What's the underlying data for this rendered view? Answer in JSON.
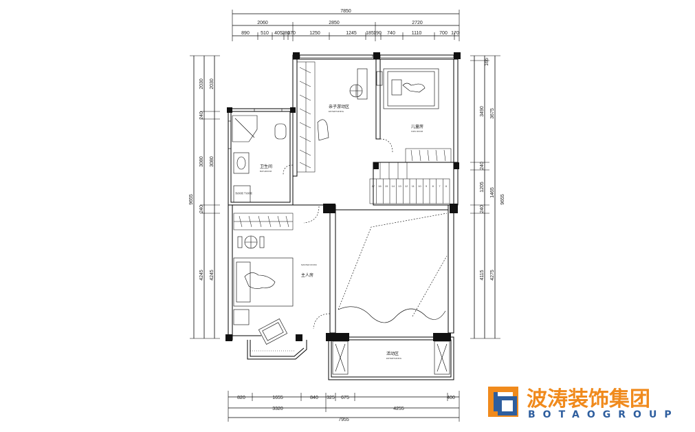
{
  "colors": {
    "brand_orange": "#F08A1C",
    "brand_blue": "#2E5E9E",
    "wall": "#111111"
  },
  "dimensions": {
    "top_total": "7850",
    "top_mid": [
      "2060",
      "2850",
      "2720"
    ],
    "top_detail": [
      "890",
      "510",
      "405",
      "280",
      "170",
      "1250",
      "1245",
      "185",
      "190",
      "740",
      "1110",
      "700",
      "170"
    ],
    "bottom_detail": [
      "820",
      "1655",
      "840",
      "325",
      "675",
      "4255",
      "400"
    ],
    "bottom_mid": [
      "3320"
    ],
    "bottom_total": "7955",
    "left_outer": "9655",
    "left_a": [
      "2030",
      "240",
      "3080",
      "240",
      "4245"
    ],
    "left_b": [
      "2030",
      "3080",
      "4245"
    ],
    "right_a": [
      "3490",
      "240",
      "1205",
      "240",
      "4115"
    ],
    "right_b": [
      "165",
      "3675",
      "1465",
      "4275"
    ],
    "right_outer": "9655"
  },
  "rooms": {
    "parent_child": {
      "cn": "亲子游动区",
      "en": "ENTERTAINING"
    },
    "kids": {
      "cn": "儿童房",
      "en": "KIDS ROOM"
    },
    "bath": {
      "cn": "卫生间",
      "en": "BATHROOM"
    },
    "master": {
      "cn": "主人房",
      "en": "MASTER ROOM"
    },
    "activity": {
      "cn": "活动区",
      "en": "ENTERTAINING"
    },
    "cabinet": "洗衣机柜\n干衣机柜"
  },
  "stair_numbers": [
    "17",
    "16",
    "15",
    "14",
    "13",
    "12",
    "11",
    "10",
    "9",
    "8",
    "7",
    "6"
  ],
  "brand": {
    "name_cn": "波涛装饰集团",
    "name_en": "BOTAOGROUP"
  }
}
